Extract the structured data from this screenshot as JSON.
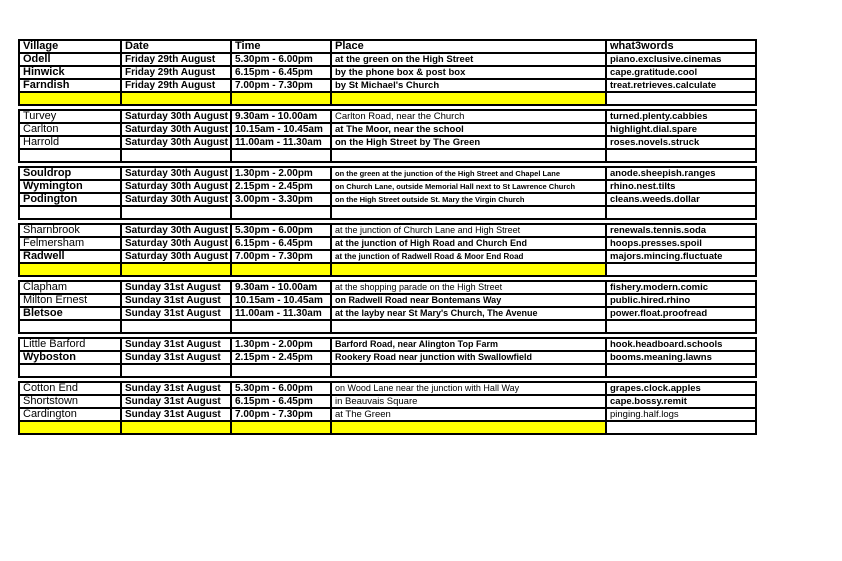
{
  "columns": {
    "village": "Village",
    "date": "Date",
    "time": "Time",
    "place": "Place",
    "w3w": "what3words"
  },
  "colors": {
    "highlight_yellow": "#FFFF00",
    "border": "#000000",
    "text": "#000000",
    "background": "#FFFFFF"
  },
  "groups": [
    {
      "spacer": "yellow",
      "rows": [
        {
          "village": "Odell",
          "village_bold": true,
          "date": "Friday 29th August",
          "time": "5.30pm - 6.00pm",
          "place": "at the green on the High Street",
          "place_bold": true,
          "w3w": "piano.exclusive.cinemas",
          "w3w_bold": true
        },
        {
          "village": "Hinwick",
          "village_bold": true,
          "date": "Friday 29th August",
          "time": "6.15pm - 6.45pm",
          "place": "by the phone box & post box",
          "place_bold": true,
          "w3w": "cape.gratitude.cool",
          "w3w_bold": true
        },
        {
          "village": "Farndish",
          "village_bold": true,
          "date": "Friday 29th August",
          "time": "7.00pm - 7.30pm",
          "place": "by St Michael's Church",
          "place_bold": true,
          "w3w": "treat.retrieves.calculate",
          "w3w_bold": true
        }
      ]
    },
    {
      "spacer": "white",
      "rows": [
        {
          "village": "Turvey",
          "village_bold": false,
          "date": "Saturday 30th August",
          "time": "9.30am - 10.00am",
          "place": "Carlton Road, near the Church",
          "place_bold": false,
          "w3w": "turned.plenty.cabbies",
          "w3w_bold": true
        },
        {
          "village": "Carlton",
          "village_bold": false,
          "date": "Saturday 30th August",
          "time": "10.15am - 10.45am",
          "place": "at The Moor, near the school",
          "place_bold": true,
          "w3w": "highlight.dial.spare",
          "w3w_bold": true
        },
        {
          "village": "Harrold",
          "village_bold": false,
          "date": "Saturday 30th August",
          "time": "11.00am - 11.30am",
          "place": "on the High Street by The Green",
          "place_bold": true,
          "w3w": "roses.novels.struck",
          "w3w_bold": true
        }
      ]
    },
    {
      "spacer": "white",
      "rows": [
        {
          "village": "Souldrop",
          "village_bold": true,
          "date": "Saturday 30th August",
          "time": "1.30pm - 2.00pm",
          "place": "on the green at the junction of the High Street and Chapel Lane",
          "place_bold": true,
          "w3w": "anode.sheepish.ranges",
          "w3w_bold": true
        },
        {
          "village": "Wymington",
          "village_bold": true,
          "date": "Saturday 30th August",
          "time": "2.15pm - 2.45pm",
          "place": "on Church Lane, outside Memorial Hall next to St Lawrence Church",
          "place_bold": true,
          "w3w": "rhino.nest.tilts",
          "w3w_bold": true
        },
        {
          "village": "Podington",
          "village_bold": true,
          "date": "Saturday 30th August",
          "time": "3.00pm - 3.30pm",
          "place": "on the High Street outside St. Mary the Virgin Church",
          "place_bold": true,
          "w3w": "cleans.weeds.dollar",
          "w3w_bold": true
        }
      ]
    },
    {
      "spacer": "yellow",
      "rows": [
        {
          "village": "Sharnbrook",
          "village_bold": false,
          "date": "Saturday 30th August",
          "time": "5.30pm - 6.00pm",
          "place": "at the junction of Church Lane and High Street",
          "place_bold": false,
          "w3w": "renewals.tennis.soda",
          "w3w_bold": true
        },
        {
          "village": "Felmersham",
          "village_bold": false,
          "date": "Saturday 30th August",
          "time": "6.15pm - 6.45pm",
          "place": "at the junction of High Road and Church End",
          "place_bold": true,
          "w3w": "hoops.presses.spoil",
          "w3w_bold": true
        },
        {
          "village": "Radwell",
          "village_bold": true,
          "date": "Saturday 30th August",
          "time": "7.00pm - 7.30pm",
          "place": "at the junction of Radwell Road & Moor End Road",
          "place_bold": true,
          "w3w": "majors.mincing.fluctuate",
          "w3w_bold": true
        }
      ]
    },
    {
      "spacer": "white",
      "rows": [
        {
          "village": "Clapham",
          "village_bold": false,
          "date": "Sunday 31st August",
          "time": "9.30am - 10.00am",
          "place": "at the shopping parade on the High Street",
          "place_bold": false,
          "w3w": "fishery.modern.comic",
          "w3w_bold": true
        },
        {
          "village": "Milton Ernest",
          "village_bold": false,
          "date": "Sunday 31st August",
          "time": "10.15am - 10.45am",
          "place": "on Radwell Road near Bontemans Way",
          "place_bold": true,
          "w3w": "public.hired.rhino",
          "w3w_bold": true
        },
        {
          "village": "Bletsoe",
          "village_bold": true,
          "date": "Sunday 31st August",
          "time": "11.00am - 11.30am",
          "place": "at the layby near St Mary's Church, The Avenue",
          "place_bold": true,
          "w3w": "power.float.proofread",
          "w3w_bold": true
        }
      ]
    },
    {
      "spacer": "white",
      "rows": [
        {
          "village": "Little Barford",
          "village_bold": false,
          "date": "Sunday 31st August",
          "time": "1.30pm - 2.00pm",
          "place": "Barford Road, near Alington Top Farm",
          "place_bold": true,
          "w3w": "hook.headboard.schools",
          "w3w_bold": true
        },
        {
          "village": "Wyboston",
          "village_bold": true,
          "date": "Sunday 31st August",
          "time": "2.15pm - 2.45pm",
          "place": "Rookery Road near junction with Swallowfield",
          "place_bold": true,
          "w3w": "booms.meaning.lawns",
          "w3w_bold": true
        }
      ]
    },
    {
      "spacer": "yellow",
      "rows": [
        {
          "village": "Cotton End",
          "village_bold": false,
          "date": "Sunday 31st August",
          "time": "5.30pm - 6.00pm",
          "place": "on Wood Lane near the junction with Hall Way",
          "place_bold": false,
          "w3w": "grapes.clock.apples",
          "w3w_bold": true
        },
        {
          "village": "Shortstown",
          "village_bold": false,
          "date": "Sunday 31st August",
          "time": "6.15pm - 6.45pm",
          "place": "in Beauvais Square",
          "place_bold": false,
          "w3w": "cape.bossy.remit",
          "w3w_bold": true
        },
        {
          "village": "Cardington",
          "village_bold": false,
          "date": "Sunday 31st August",
          "time": "7.00pm - 7.30pm",
          "place": "at The Green",
          "place_bold": false,
          "w3w": "pinging.half.logs",
          "w3w_bold": false
        }
      ]
    }
  ]
}
